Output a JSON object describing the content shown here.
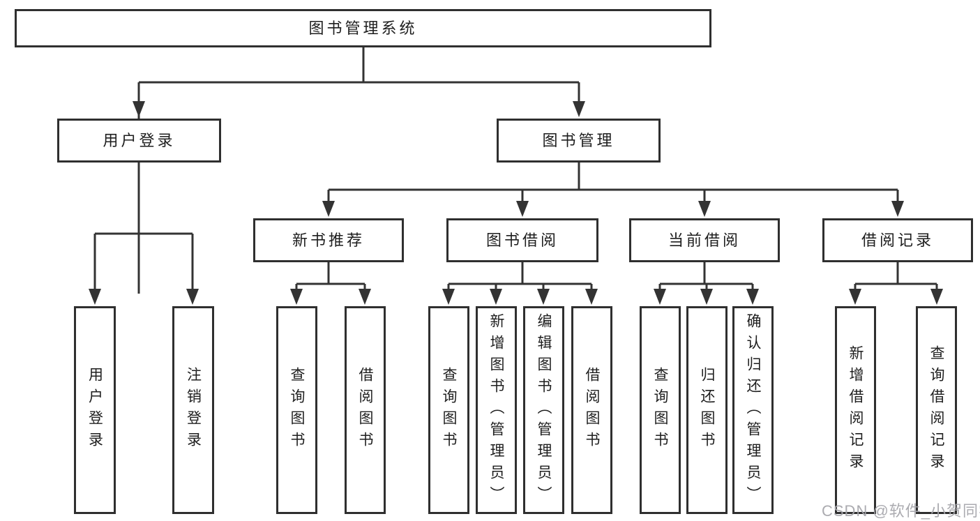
{
  "diagram_type": "hierarchy-tree",
  "colors": {
    "background": "#ffffff",
    "line": "#333333",
    "box_border": "#2f2f2f",
    "text": "#1e1e1e",
    "watermark": "#a6a6ac"
  },
  "tree": {
    "label": "图书管理系统",
    "children": [
      {
        "label": "用户登录",
        "children": [
          {
            "label": "用户登录"
          },
          {
            "label": "注销登录"
          }
        ]
      },
      {
        "label": "图书管理",
        "children": [
          {
            "label": "新书推荐",
            "children": [
              {
                "label": "查询图书"
              },
              {
                "label": "借阅图书"
              }
            ]
          },
          {
            "label": "图书借阅",
            "children": [
              {
                "label": "查询图书"
              },
              {
                "label": "新增图书（管理员）"
              },
              {
                "label": "编辑图书（管理员）"
              },
              {
                "label": "借阅图书"
              }
            ]
          },
          {
            "label": "当前借阅",
            "children": [
              {
                "label": "查询图书"
              },
              {
                "label": "归还图书"
              },
              {
                "label": "确认归还（管理员）"
              }
            ]
          },
          {
            "label": "借阅记录",
            "children": [
              {
                "label": "新增借阅记录"
              },
              {
                "label": "查询借阅记录"
              }
            ]
          }
        ]
      }
    ]
  },
  "watermark": {
    "text": "CSDN @软件_小贺同学"
  }
}
